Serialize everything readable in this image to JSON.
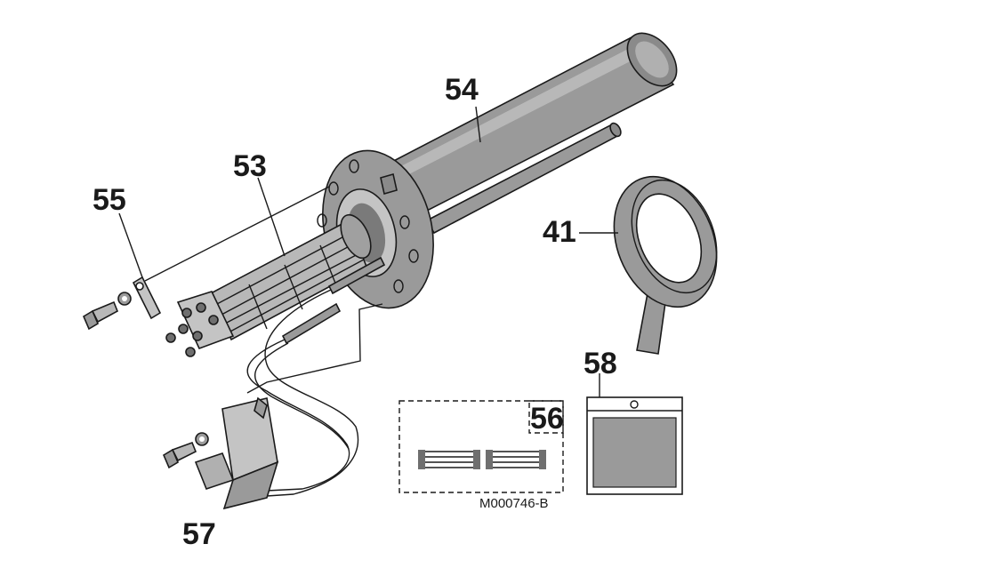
{
  "callouts": {
    "c41": "41",
    "c53": "53",
    "c54": "54",
    "c55": "55",
    "c56": "56",
    "c57": "57",
    "c58": "58"
  },
  "reference_code": "M000746-B",
  "colors": {
    "part_fill": "#9a9a9a",
    "part_light": "#c4c4c4",
    "part_dark": "#6f6f6f",
    "outline": "#1a1a1a"
  }
}
